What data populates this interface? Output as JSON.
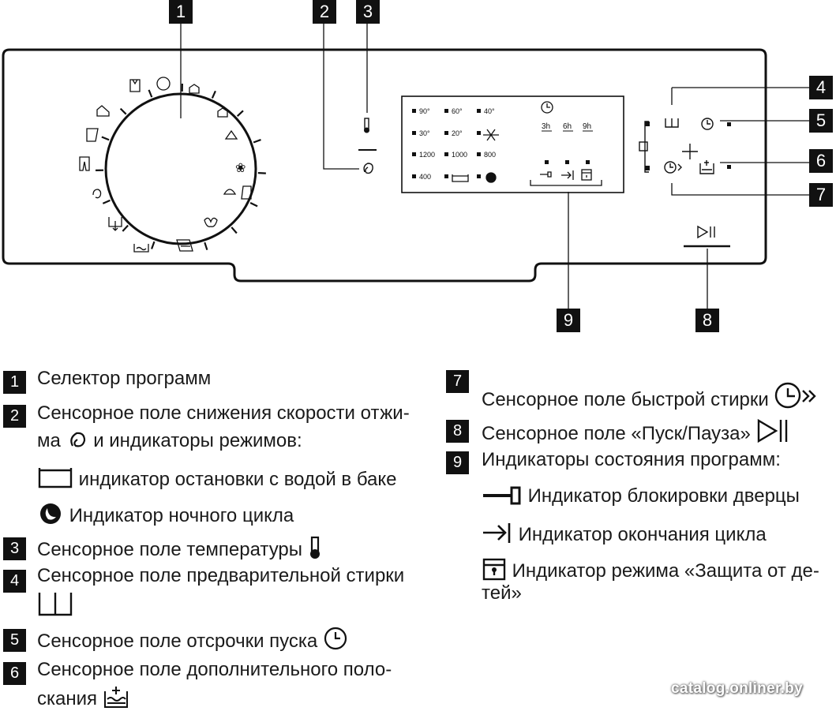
{
  "badges": [
    "1",
    "2",
    "3",
    "4",
    "5",
    "6",
    "7",
    "8",
    "9"
  ],
  "display": {
    "temps": [
      "90°",
      "60°",
      "40°",
      "30°",
      "20°"
    ],
    "spins": [
      "1200",
      "1000",
      "800",
      "400"
    ],
    "delay_hours": [
      "3h",
      "6h",
      "9h"
    ]
  },
  "legend": [
    {
      "num": "1",
      "text": "Селектор программ"
    },
    {
      "num": "2",
      "line1": "Сенсорное поле снижения скорости отжи-",
      "line2a": "ма",
      "line2b": "и индикаторы режимов:"
    },
    {
      "sub": "индикатор остановки с водой в баке"
    },
    {
      "sub": "Индикатор ночного цикла"
    },
    {
      "num": "3",
      "text": "Сенсорное поле температуры"
    },
    {
      "num": "4",
      "text": "Сенсорное поле предварительной стирки"
    },
    {
      "num": "5",
      "text": "Сенсорное поле отсрочки пуска"
    },
    {
      "num": "6",
      "line1": "Сенсорное поле дополнительного поло-",
      "line2": "скания"
    },
    {
      "num": "7",
      "text": "Сенсорное поле быстрой стирки"
    },
    {
      "num": "8",
      "text": "Сенсорное поле «Пуск/Пауза»"
    },
    {
      "num": "9",
      "text": "Индикаторы состояния программ:"
    },
    {
      "sub": "Индикатор блокировки дверцы"
    },
    {
      "sub": "Индикатор окончания цикла"
    },
    {
      "sub1": "Индикатор режима «Защита от де-",
      "sub2": "тей»"
    }
  ],
  "watermark": "catalog.onliner.by"
}
